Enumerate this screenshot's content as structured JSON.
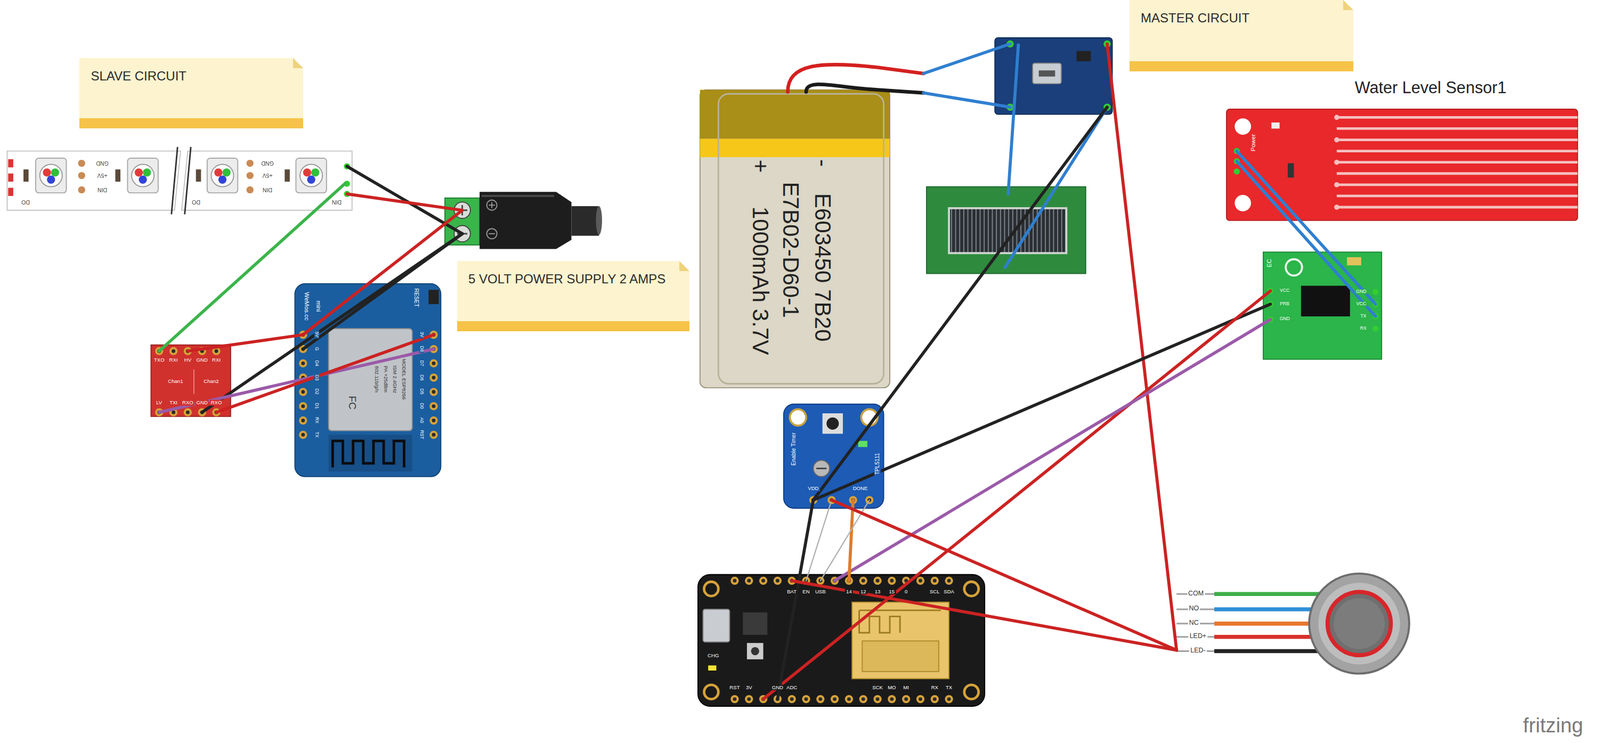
{
  "diagram": {
    "nodes": [
      {
        "text": [
          "SLAVE CIRCUIT"
        ]
      },
      {
        "text": [
          "5 VOLT POWER SUPPLY 2 AMPS"
        ]
      },
      {
        "text": [
          "MASTER CIRCUIT"
        ]
      }
    ],
    "labels": [
      "Water Level Sensor1",
      "-",
      "E603450 7B20",
      "E7B02-D60-1",
      "+",
      "1000mAh 3.7V",
      "Power",
      "DO",
      "GND",
      "+5V",
      "DIN",
      "DO",
      "GND",
      "+5V",
      "DIN",
      "DIN",
      "TXO",
      "RXI",
      "HV",
      "GND",
      "RXI",
      "LV",
      "TXI",
      "RXO",
      "GND",
      "RXO",
      "Chan1",
      "Chan2",
      "RESET",
      "WeMos.cc",
      "mini",
      "3V",
      "D8",
      "D7",
      "D6",
      "D5",
      "D0",
      "A0",
      "RST",
      "5V",
      "G",
      "D4",
      "D3",
      "D2",
      "D1",
      "RX",
      "TX",
      "MODEL ESP8266",
      "ISM 2.4GHz",
      "PA +25dBm",
      "802.11b/g/n",
      "FC",
      "Enable Timer",
      "TPL5111",
      "VDD",
      "DONE",
      "BAT",
      "EN",
      "USB",
      "14",
      "12",
      "13",
      "15",
      "0",
      "SCL",
      "SDA",
      "RST",
      "3V",
      "GND",
      "ADC",
      "SCK",
      "MO",
      "MI",
      "RX",
      "TX",
      "CHG",
      "EC",
      "VCC",
      "PRB",
      "GND",
      "GND",
      "VCC",
      "TX",
      "RX",
      "COM",
      "NO",
      "NC",
      "LED+",
      "LED-",
      "fritzing"
    ]
  }
}
